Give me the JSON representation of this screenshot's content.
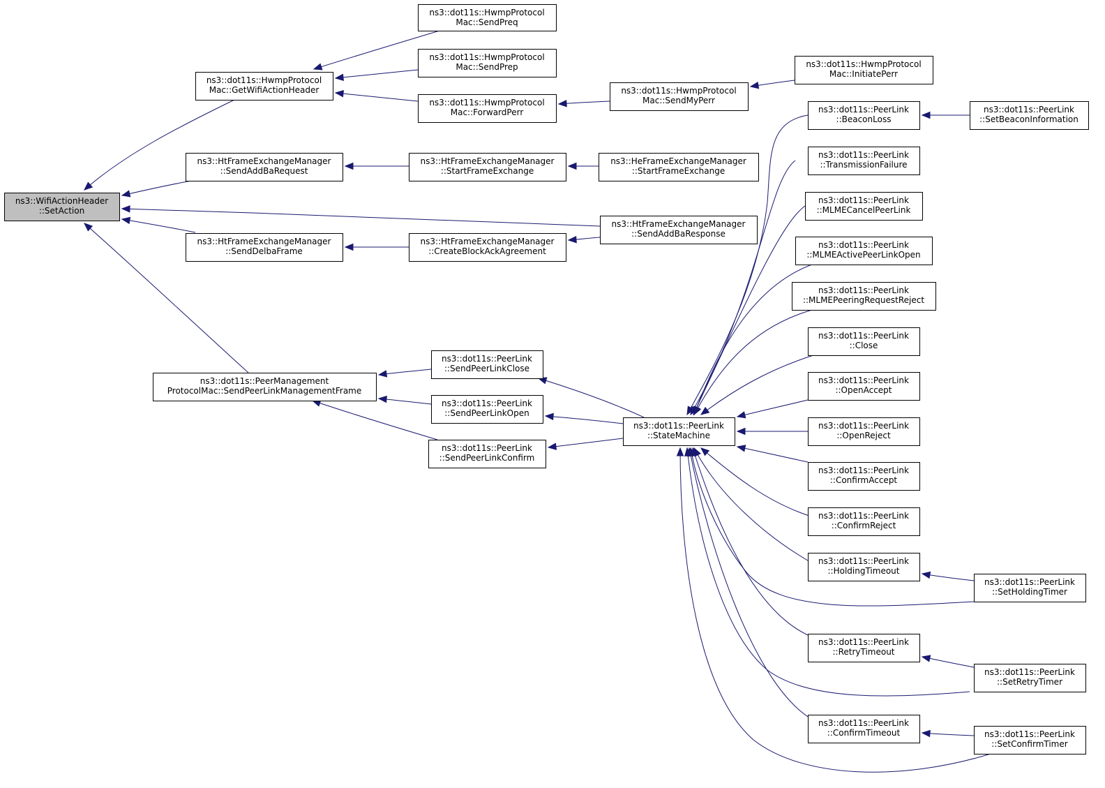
{
  "diagram": {
    "type": "doxygen-caller-graph",
    "colors": {
      "edge": "#191970",
      "root_fill": "#bfbfbf",
      "node_fill": "#ffffff",
      "node_border": "#000000"
    },
    "nodes": [
      {
        "id": "root",
        "lines": [
          "ns3::WifiActionHeader",
          "::SetAction"
        ],
        "highlight": true
      },
      {
        "id": "gwah",
        "lines": [
          "ns3::dot11s::HwmpProtocol",
          "Mac::GetWifiActionHeader"
        ]
      },
      {
        "id": "sreq",
        "lines": [
          "ns3::dot11s::HwmpProtocol",
          "Mac::SendPreq"
        ]
      },
      {
        "id": "sprep",
        "lines": [
          "ns3::dot11s::HwmpProtocol",
          "Mac::SendPrep"
        ]
      },
      {
        "id": "fperr",
        "lines": [
          "ns3::dot11s::HwmpProtocol",
          "Mac::ForwardPerr"
        ]
      },
      {
        "id": "smperr",
        "lines": [
          "ns3::dot11s::HwmpProtocol",
          "Mac::SendMyPerr"
        ]
      },
      {
        "id": "iperr",
        "lines": [
          "ns3::dot11s::HwmpProtocol",
          "Mac::InitiatePerr"
        ]
      },
      {
        "id": "saddreq",
        "lines": [
          "ns3::HtFrameExchangeManager",
          "::SendAddBaRequest"
        ]
      },
      {
        "id": "htsfe",
        "lines": [
          "ns3::HtFrameExchangeManager",
          "::StartFrameExchange"
        ]
      },
      {
        "id": "hesfe",
        "lines": [
          "ns3::HeFrameExchangeManager",
          "::StartFrameExchange"
        ]
      },
      {
        "id": "saddresp",
        "lines": [
          "ns3::HtFrameExchangeManager",
          "::SendAddBaResponse"
        ]
      },
      {
        "id": "sdelba",
        "lines": [
          "ns3::HtFrameExchangeManager",
          "::SendDelbaFrame"
        ]
      },
      {
        "id": "cbaa",
        "lines": [
          "ns3::HtFrameExchangeManager",
          "::CreateBlockAckAgreement"
        ]
      },
      {
        "id": "spmf",
        "lines": [
          "ns3::dot11s::PeerManagement",
          "ProtocolMac::SendPeerLinkManagementFrame"
        ]
      },
      {
        "id": "splclose",
        "lines": [
          "ns3::dot11s::PeerLink",
          "::SendPeerLinkClose"
        ]
      },
      {
        "id": "splopen",
        "lines": [
          "ns3::dot11s::PeerLink",
          "::SendPeerLinkOpen"
        ]
      },
      {
        "id": "splconf",
        "lines": [
          "ns3::dot11s::PeerLink",
          "::SendPeerLinkConfirm"
        ]
      },
      {
        "id": "sm",
        "lines": [
          "ns3::dot11s::PeerLink",
          "::StateMachine"
        ]
      },
      {
        "id": "bloss",
        "lines": [
          "ns3::dot11s::PeerLink",
          "::BeaconLoss"
        ]
      },
      {
        "id": "sbi",
        "lines": [
          "ns3::dot11s::PeerLink",
          "::SetBeaconInformation"
        ]
      },
      {
        "id": "tfail",
        "lines": [
          "ns3::dot11s::PeerLink",
          "::TransmissionFailure"
        ]
      },
      {
        "id": "mcancel",
        "lines": [
          "ns3::dot11s::PeerLink",
          "::MLMECancelPeerLink"
        ]
      },
      {
        "id": "mactive",
        "lines": [
          "ns3::dot11s::PeerLink",
          "::MLMEActivePeerLinkOpen"
        ]
      },
      {
        "id": "mpreject",
        "lines": [
          "ns3::dot11s::PeerLink",
          "::MLMEPeeringRequestReject"
        ]
      },
      {
        "id": "close",
        "lines": [
          "ns3::dot11s::PeerLink",
          "::Close"
        ]
      },
      {
        "id": "oaccept",
        "lines": [
          "ns3::dot11s::PeerLink",
          "::OpenAccept"
        ]
      },
      {
        "id": "oreject",
        "lines": [
          "ns3::dot11s::PeerLink",
          "::OpenReject"
        ]
      },
      {
        "id": "caccept",
        "lines": [
          "ns3::dot11s::PeerLink",
          "::ConfirmAccept"
        ]
      },
      {
        "id": "creject",
        "lines": [
          "ns3::dot11s::PeerLink",
          "::ConfirmReject"
        ]
      },
      {
        "id": "hto",
        "lines": [
          "ns3::dot11s::PeerLink",
          "::HoldingTimeout"
        ]
      },
      {
        "id": "sht",
        "lines": [
          "ns3::dot11s::PeerLink",
          "::SetHoldingTimer"
        ]
      },
      {
        "id": "rto",
        "lines": [
          "ns3::dot11s::PeerLink",
          "::RetryTimeout"
        ]
      },
      {
        "id": "srt",
        "lines": [
          "ns3::dot11s::PeerLink",
          "::SetRetryTimer"
        ]
      },
      {
        "id": "cto",
        "lines": [
          "ns3::dot11s::PeerLink",
          "::ConfirmTimeout"
        ]
      },
      {
        "id": "sct",
        "lines": [
          "ns3::dot11s::PeerLink",
          "::SetConfirmTimer"
        ]
      }
    ],
    "edges": [
      {
        "from": "gwah",
        "to": "root"
      },
      {
        "from": "saddreq",
        "to": "root"
      },
      {
        "from": "saddresp",
        "to": "root"
      },
      {
        "from": "sdelba",
        "to": "root"
      },
      {
        "from": "spmf",
        "to": "root"
      },
      {
        "from": "sreq",
        "to": "gwah"
      },
      {
        "from": "sprep",
        "to": "gwah"
      },
      {
        "from": "fperr",
        "to": "gwah"
      },
      {
        "from": "smperr",
        "to": "fperr"
      },
      {
        "from": "iperr",
        "to": "smperr"
      },
      {
        "from": "htsfe",
        "to": "saddreq"
      },
      {
        "from": "hesfe",
        "to": "htsfe"
      },
      {
        "from": "cbaa",
        "to": "sdelba"
      },
      {
        "from": "saddresp",
        "to": "cbaa"
      },
      {
        "from": "splclose",
        "to": "spmf"
      },
      {
        "from": "splopen",
        "to": "spmf"
      },
      {
        "from": "splconf",
        "to": "spmf"
      },
      {
        "from": "sm",
        "to": "splclose"
      },
      {
        "from": "sm",
        "to": "splopen"
      },
      {
        "from": "sm",
        "to": "splconf"
      },
      {
        "from": "bloss",
        "to": "sm"
      },
      {
        "from": "tfail",
        "to": "sm"
      },
      {
        "from": "mcancel",
        "to": "sm"
      },
      {
        "from": "mactive",
        "to": "sm"
      },
      {
        "from": "mpreject",
        "to": "sm"
      },
      {
        "from": "close",
        "to": "sm"
      },
      {
        "from": "oaccept",
        "to": "sm"
      },
      {
        "from": "oreject",
        "to": "sm"
      },
      {
        "from": "caccept",
        "to": "sm"
      },
      {
        "from": "creject",
        "to": "sm"
      },
      {
        "from": "hto",
        "to": "sm"
      },
      {
        "from": "sht",
        "to": "sm"
      },
      {
        "from": "rto",
        "to": "sm"
      },
      {
        "from": "srt",
        "to": "sm"
      },
      {
        "from": "cto",
        "to": "sm"
      },
      {
        "from": "sct",
        "to": "sm"
      },
      {
        "from": "sbi",
        "to": "bloss"
      },
      {
        "from": "sht",
        "to": "hto"
      },
      {
        "from": "srt",
        "to": "rto"
      },
      {
        "from": "sct",
        "to": "cto"
      }
    ]
  }
}
